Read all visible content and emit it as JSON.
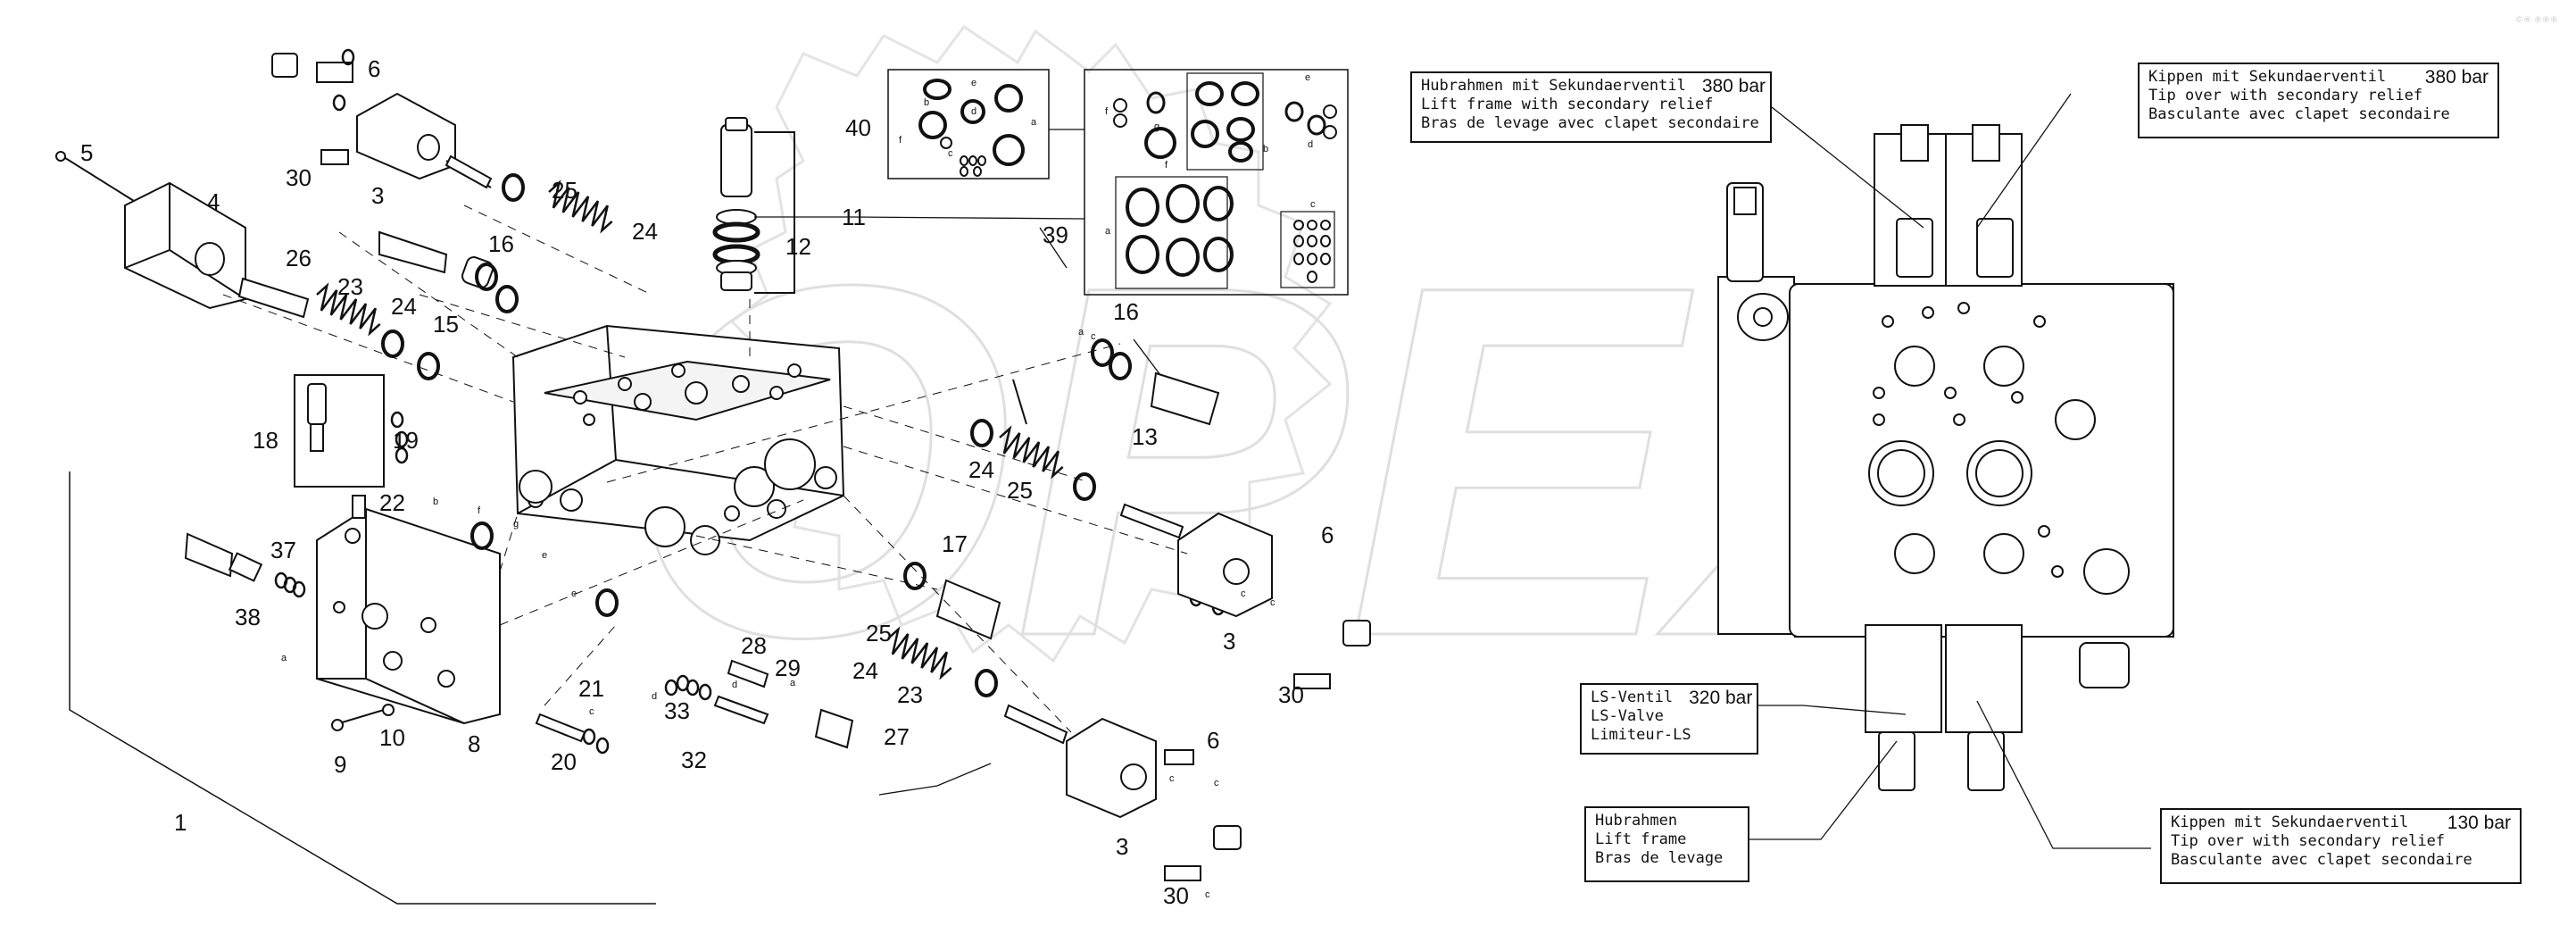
{
  "watermark": "OPEX",
  "corner_mark": "©® ®®®",
  "part_numbers": {
    "p1": "1",
    "p2": "22",
    "p3a": "3",
    "p3b": "3",
    "p3c": "3",
    "p4": "4",
    "p5": "5",
    "p6a": "6",
    "p6b": "6",
    "p6c": "6",
    "p8": "8",
    "p9": "9",
    "p10": "10",
    "p11": "11",
    "p12": "12",
    "p13": "13",
    "p15": "15",
    "p16a": "16",
    "p16b": "16",
    "p17": "17",
    "p18": "18",
    "p19": "19",
    "p20": "20",
    "p21": "21",
    "p23a": "23",
    "p23b": "23",
    "p24a": "24",
    "p24b": "24",
    "p24c": "24",
    "p24d": "24",
    "p25a": "25",
    "p25b": "25",
    "p25c": "25",
    "p26": "26",
    "p27": "27",
    "p28": "28",
    "p29": "29",
    "p30a": "30",
    "p30b": "30",
    "p30c": "30",
    "p32": "32",
    "p33": "33",
    "p37": "37",
    "p38": "38",
    "p39": "39",
    "p40": "40"
  },
  "seal_letters": {
    "a": "a",
    "b": "b",
    "c": "c",
    "d": "d",
    "e": "e",
    "f": "f",
    "g": "g"
  },
  "callouts": {
    "lift_secondary": {
      "line1": "Hubrahmen mit Sekundaerventil",
      "pressure": "380 bar",
      "line2": "Lift frame with secondary relief",
      "line3": "Bras de levage avec clapet secondaire"
    },
    "tip_secondary_top": {
      "line1": "Kippen mit Sekundaerventil",
      "pressure": "380 bar",
      "line2": "Tip over with secondary relief",
      "line3": "Basculante avec clapet secondaire"
    },
    "ls_valve": {
      "line1": "LS-Ventil",
      "pressure": "320 bar",
      "line2": "LS-Valve",
      "line3": "Limiteur-LS"
    },
    "lift_frame": {
      "line1": "Hubrahmen",
      "line2": "Lift frame",
      "line3": "Bras de levage"
    },
    "tip_secondary_bottom": {
      "line1": "Kippen mit Sekundaerventil",
      "pressure": "130 bar",
      "line2": "Tip over with secondary relief",
      "line3": "Basculante avec clapet secondaire"
    }
  }
}
